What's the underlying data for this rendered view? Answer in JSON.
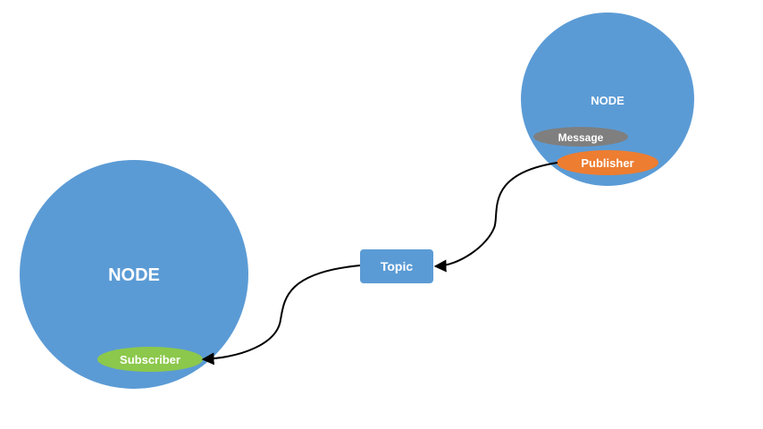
{
  "diagram": {
    "nodes": [
      {
        "id": "subscriber-node",
        "label": "NODE",
        "color": "#5B9BD5"
      },
      {
        "id": "publisher-node",
        "label": "NODE",
        "color": "#5B9BD5"
      }
    ],
    "topic": {
      "label": "Topic",
      "color": "#5B9BD5"
    },
    "subscriber": {
      "label": "Subscriber",
      "color": "#8CC84B"
    },
    "publisher": {
      "label": "Publisher",
      "color": "#ED7D31"
    },
    "message": {
      "label": "Message",
      "color": "#7F7F7F"
    },
    "edges": [
      {
        "from": "Publisher",
        "to": "Topic"
      },
      {
        "from": "Topic",
        "to": "Subscriber"
      }
    ],
    "edge_color": "#000000"
  }
}
